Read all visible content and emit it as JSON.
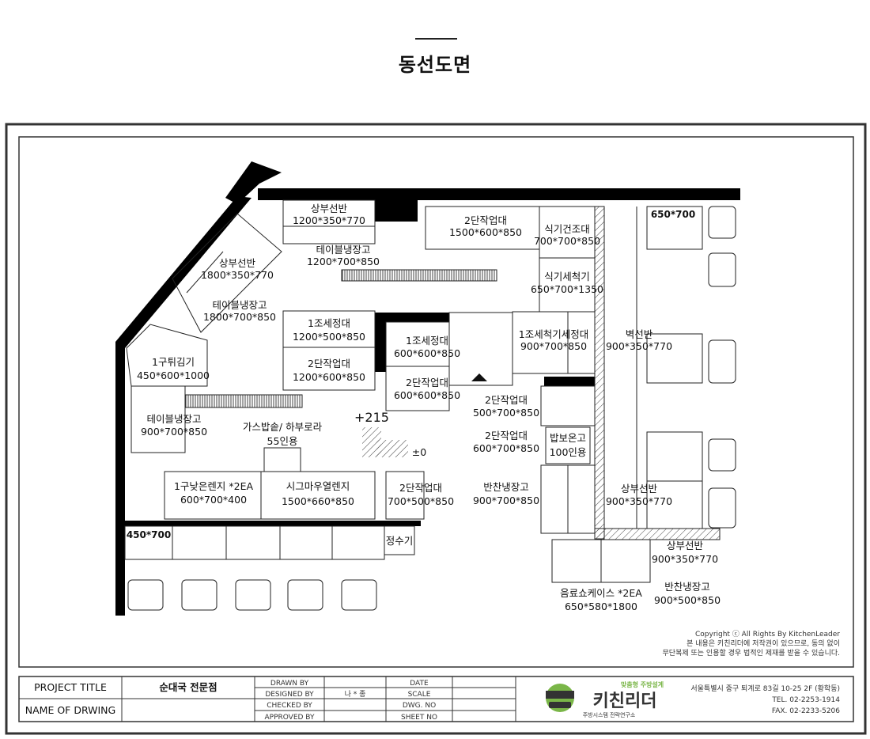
{
  "header": {
    "title": "동선도면"
  },
  "colors": {
    "wall": "#000000",
    "line": "#222222",
    "brand_green": "#7ab648",
    "brand_dark": "#333333"
  },
  "labels": {
    "upper_shelf_top": [
      "상부선반",
      "1200*350*770"
    ],
    "table_fridge_top": [
      "테이블냉장고",
      "1200*700*850"
    ],
    "work_table_2_top": [
      "2단작업대",
      "1500*600*850"
    ],
    "dish_dryer": [
      "식기건조대",
      "700*700*850"
    ],
    "dishwasher": [
      "식기세척기",
      "650*700*1350"
    ],
    "sink1_dish": [
      "1조세척기세정대",
      "900*700*850"
    ],
    "wall_shelf": [
      "벽선반",
      "900*350*770"
    ],
    "upper_shelf_diag": [
      "상부선반",
      "1800*350*770"
    ],
    "table_fridge_diag": [
      "테이블냉장고",
      "1800*700*850"
    ],
    "fryer": [
      "1구튀김기",
      "450*600*1000"
    ],
    "table_fridge_left": [
      "테이블냉장고",
      "900*700*850"
    ],
    "sink1_mid": [
      "1조세정대",
      "1200*500*850"
    ],
    "work_table_2_mid": [
      "2단작업대",
      "1200*600*850"
    ],
    "sink1_small": [
      "1조세정대",
      "600*600*850"
    ],
    "work_table_2_small": [
      "2단작업대",
      "600*600*850"
    ],
    "work_table_2_a": [
      "2단작업대",
      "500*700*850"
    ],
    "work_table_2_b": [
      "2단작업대",
      "600*700*850"
    ],
    "rice_warmer": [
      "밥보온고",
      "100인용"
    ],
    "gas_rice": [
      "가스밥솥/ 하부로라",
      "55인용"
    ],
    "low_range": [
      "1구낮은렌지 *2EA",
      "600*700*400"
    ],
    "sigma_range": [
      "시그마우열렌지",
      "1500*660*850"
    ],
    "work_table_2_c": [
      "2단작업대",
      "700*500*850"
    ],
    "side_fridge": [
      "반찬냉장고",
      "900*700*850"
    ],
    "upper_shelf_right": [
      "상부선반",
      "900*350*770"
    ],
    "water_purifier": "정수기",
    "upper_shelf_br": [
      "상부선반",
      "900*350*770"
    ],
    "drink_case": [
      "음료쇼케이스 *2EA",
      "650*580*1800"
    ],
    "side_fridge_br": [
      "반찬냉장고",
      "900*500*850"
    ],
    "table_650": "650*700",
    "table_450": "450*700",
    "level_plus": "+215",
    "level_zero": "±0"
  },
  "copyright": [
    "Copyright ⓒ All Rights By KitchenLeader",
    "본 내용은 키친리더에 저작권이 있으므로, 동의 없이",
    "무단복제 또는 인용할 경우 법적인 제재를 받을 수 있습니다."
  ],
  "title_block": {
    "project_title_label": "PROJECT TITLE",
    "project_title_value": "순대국 전문점",
    "drawing_name_label": "NAME OF DRWING",
    "drawn_by": "DRAWN BY",
    "designed_by": "DESIGNED BY",
    "designer_value": "나 * 종",
    "checked_by": "CHECKED BY",
    "approved_by": "APPROVED BY",
    "date": "DATE",
    "scale": "SCALE",
    "dwg_no": "DWG. NO",
    "sheet_no": "SHEET NO",
    "brand_tagline": "맞춤형 주방설계",
    "brand_name": "키친리더",
    "brand_sub": "주방시스템 전략연구소",
    "address": "서울특별시 중구 퇴계로 83길 10-25 2F (황학동)",
    "tel": "TEL. 02-2253-1914",
    "fax": "FAX. 02-2233-5206"
  }
}
